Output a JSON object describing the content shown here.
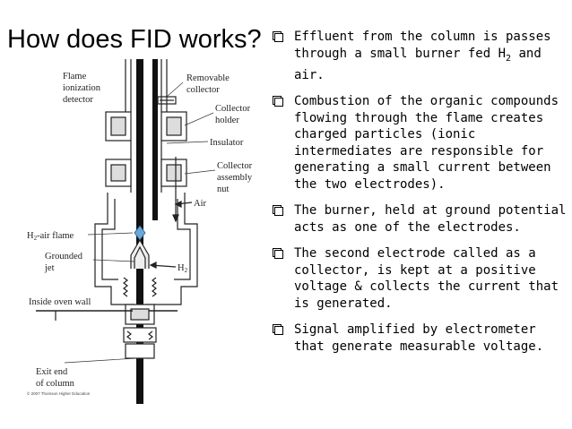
{
  "title": "How does FID works?",
  "diagram": {
    "labels": {
      "flame_ionization_1": "Flame",
      "flame_ionization_2": "ionization",
      "flame_ionization_3": "detector",
      "removable_1": "Removable",
      "removable_2": "collector",
      "holder_1": "Collector",
      "holder_2": "holder",
      "insulator": "Insulator",
      "assembly_1": "Collector",
      "assembly_2": "assembly",
      "assembly_3": "nut",
      "air": "Air",
      "h2_air_flame_prefix": "H",
      "h2_air_flame_sub": "2",
      "h2_air_flame_suffix": "-air flame",
      "grounded_1": "Grounded",
      "grounded_2": "jet",
      "h2_prefix": "H",
      "h2_sub": "2",
      "inside_oven_wall": "Inside oven wall",
      "exit_1": "Exit end",
      "exit_2": "of column",
      "copyright": "© 2007 Thomson Higher Education"
    }
  },
  "bullets": {
    "b1_a": "Effluent from the column is passes through a small burner fed H",
    "b1_sub": "2",
    "b1_b": " and air.",
    "b2": "Combustion of the organic compounds flowing through the flame creates charged particles (ionic intermediates are responsible for generating a small current between the two electrodes).",
    "b3": "The burner, held at ground potential acts as one of the electrodes.",
    "b4": "The second electrode called as a collector, is kept at a positive voltage & collects the current that is generated.",
    "b5": "Signal amplified by electrometer that generate measurable voltage."
  },
  "colors": {
    "flame": "#6aa8d8",
    "bullet_box": "#000000"
  }
}
